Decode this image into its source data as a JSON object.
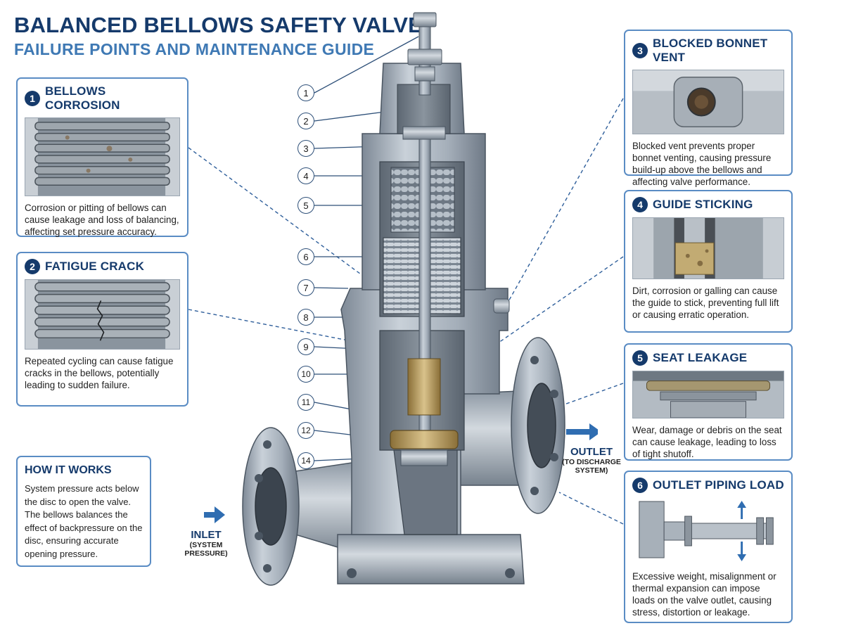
{
  "header": {
    "title": "BALANCED BELLOWS SAFETY VALVE",
    "subtitle": "FAILURE POINTS AND MAINTENANCE GUIDE"
  },
  "cards": [
    {
      "num": "1",
      "title": "BELLOWS CORROSION",
      "text": "Corrosion or pitting of bellows can cause leakage and loss of balancing, affecting set pressure accuracy."
    },
    {
      "num": "2",
      "title": "FATIGUE CRACK",
      "text": "Repeated cycling can cause fatigue cracks in the bellows, potentially leading to sudden failure."
    },
    {
      "num": "3",
      "title": "BLOCKED BONNET VENT",
      "text": "Blocked vent prevents proper bonnet venting, causing pressure build-up above the bellows and affecting valve performance."
    },
    {
      "num": "4",
      "title": "GUIDE STICKING",
      "text": "Dirt, corrosion or galling can cause the guide to stick, preventing full lift or causing erratic operation."
    },
    {
      "num": "5",
      "title": "SEAT LEAKAGE",
      "text": "Wear, damage or debris on the seat can cause leakage, leading to loss of tight shutoff."
    },
    {
      "num": "6",
      "title": "OUTLET PIPING LOAD",
      "text": "Excessive weight, misalignment or thermal expansion can impose loads on the valve outlet, causing stress, distortion or leakage."
    }
  ],
  "how_it_works": {
    "title": "HOW IT WORKS",
    "text": "System pressure acts below the disc to open the valve. The bellows balances the effect of backpressure on the disc, ensuring accurate opening pressure."
  },
  "flow": {
    "inlet": "INLET",
    "inlet_sub": "(SYSTEM PRESSURE)",
    "outlet": "OUTLET",
    "outlet_sub1": "(TO DISCHARGE",
    "outlet_sub2": "SYSTEM)"
  },
  "part_numbers": [
    "1",
    "2",
    "3",
    "4",
    "5",
    "6",
    "7",
    "8",
    "9",
    "10",
    "11",
    "12",
    "14"
  ],
  "colors": {
    "navy": "#153a6b",
    "accent_blue": "#3f79b4",
    "card_border": "#5a8cc4",
    "steel": "#a9b3bd",
    "brass": "#b89a5a"
  }
}
